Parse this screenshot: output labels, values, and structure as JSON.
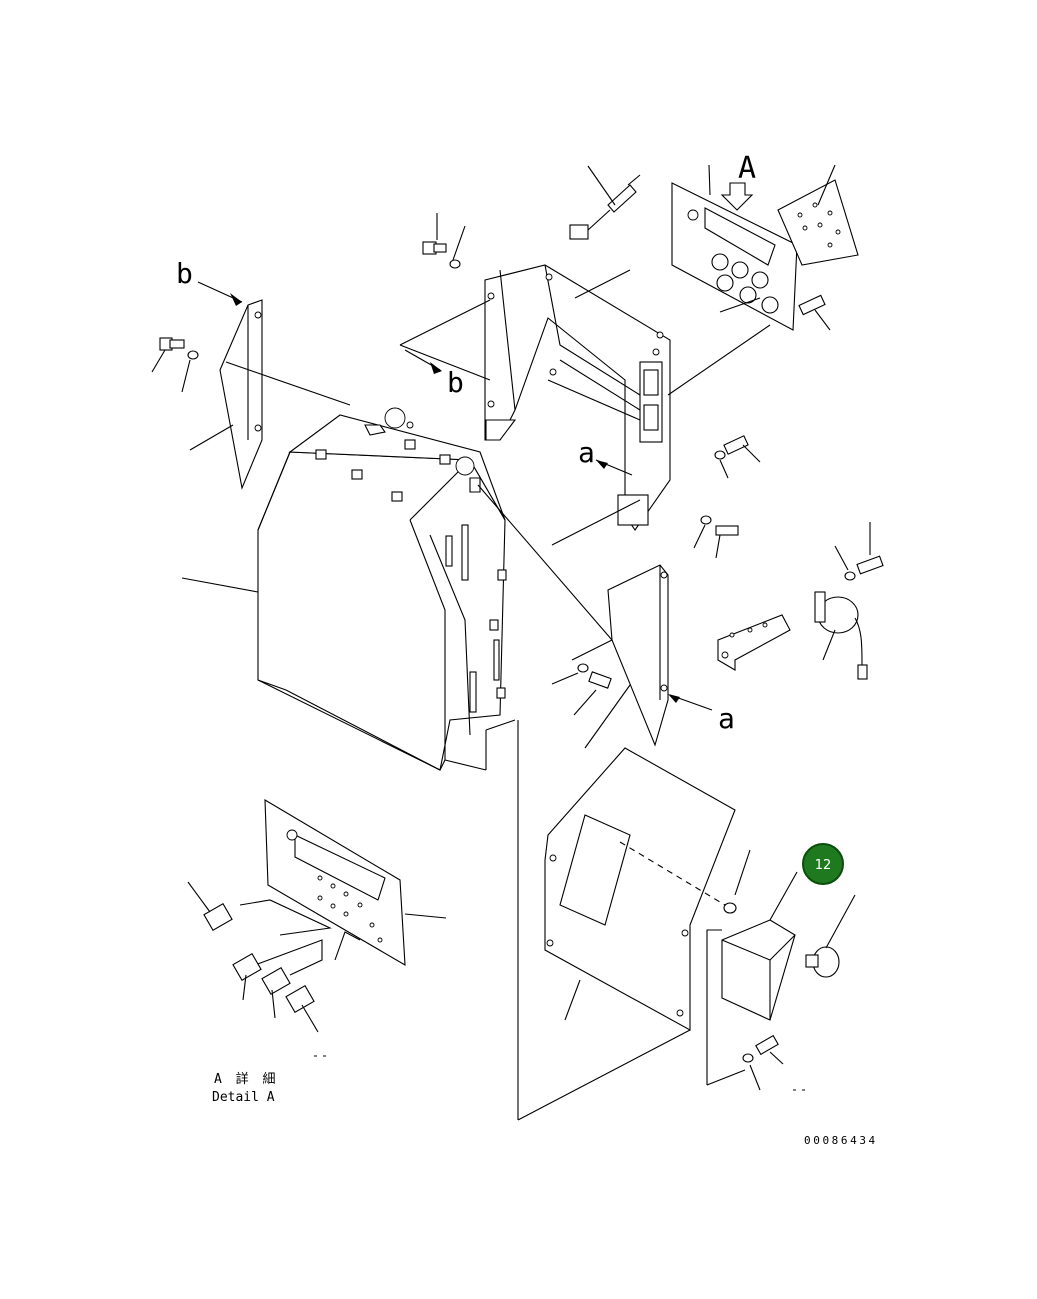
{
  "view_labels": {
    "view_A": "A",
    "view_b_top": "b",
    "view_b_mid": "b",
    "view_a_mid": "a",
    "view_a_bot": "a"
  },
  "detail_caption": {
    "jp": "A 詳 細",
    "en": "Detail A"
  },
  "callout": {
    "number": "12",
    "color": "#1f7a1f",
    "text_color": "#ffffff"
  },
  "drawing_number": "00086434"
}
